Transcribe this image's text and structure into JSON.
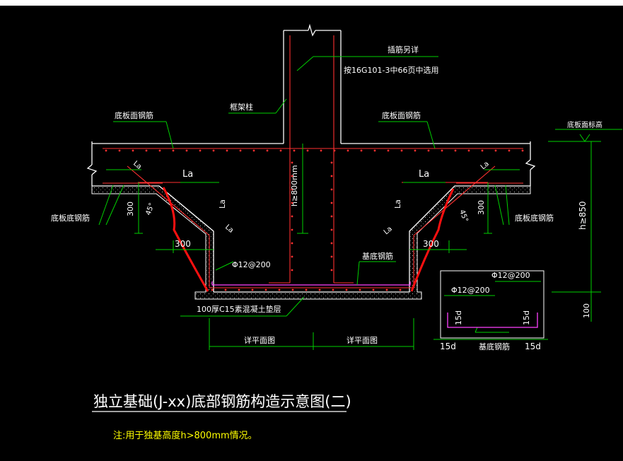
{
  "labels": {
    "insert_bar_note": "插筋另详",
    "atlas_ref": "按16G101-3中66页中选用",
    "column": "框架柱",
    "top_bar_left": "底板面钢筋",
    "top_bar_right": "底板面钢筋",
    "slab_top_elev": "底板面标高",
    "bottom_bar_left": "底板底钢筋",
    "bottom_bar_right": "底板底钢筋",
    "pit_bottom_bar": "基底钢筋",
    "pit_bottom_bar_detail": "基底钢筋",
    "cushion": "100厚C15素混凝土垫层",
    "plan_ref_left": "详平面图",
    "plan_ref_right": "详平面图",
    "la": "La",
    "angle": "45°",
    "dim_300": "300",
    "h_min": "h≥800mm",
    "h_850": "h≥850",
    "dim_100": "100",
    "rebar_spec": "Φ12@200",
    "d15": "15d",
    "title": "独立基础(J-xx)底部钢筋构造示意图(二)",
    "note": "注:用于独基高度h>800mm情况。"
  },
  "colors": {
    "background": "#000000",
    "concrete_line": "#ffffff",
    "rebar_red": "#ff3030",
    "leader_green": "#00d000",
    "detail_magenta": "#ff40ff",
    "note_yellow": "#ffff00",
    "hatch": "#bbbbbb"
  }
}
